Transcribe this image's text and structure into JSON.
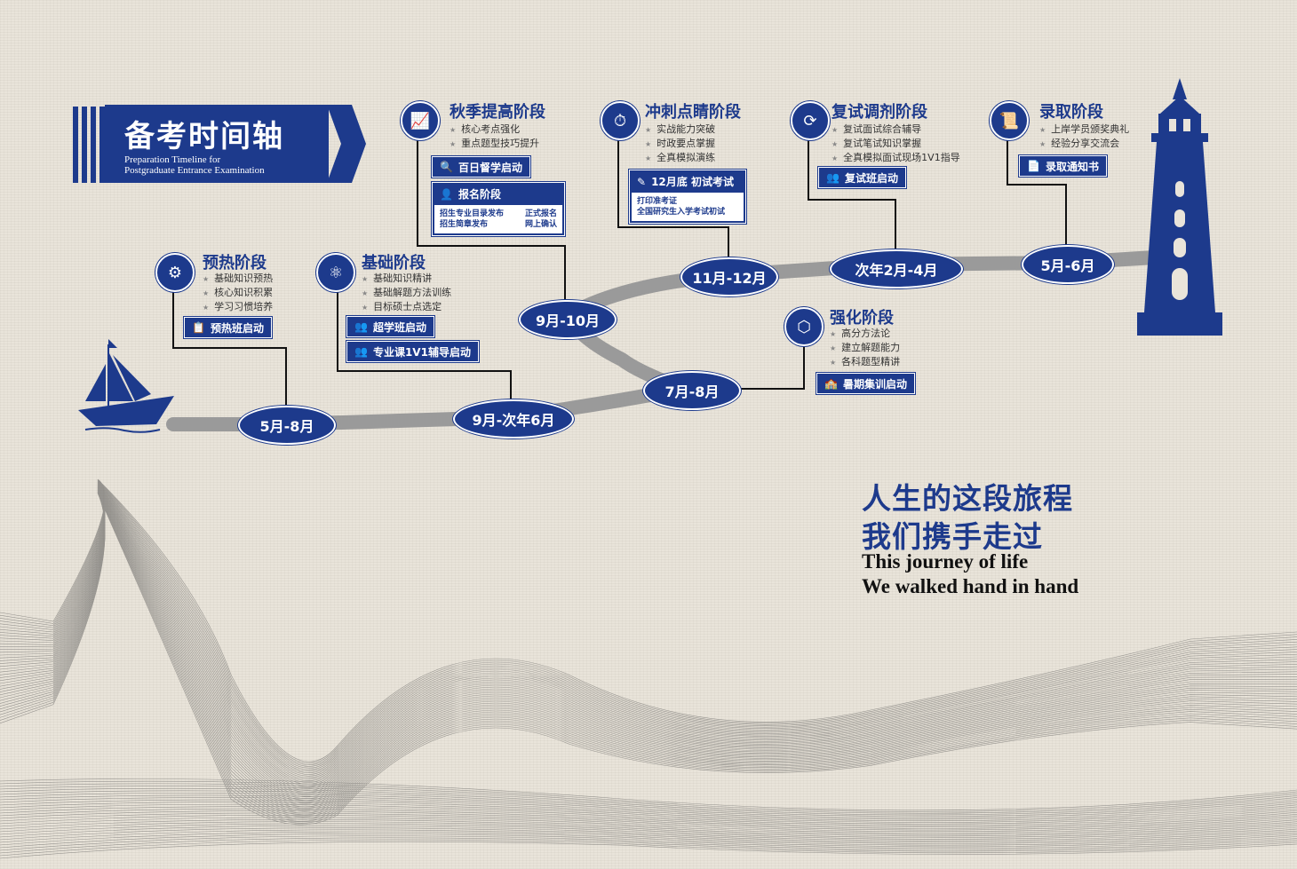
{
  "title": {
    "cn": "备考时间轴",
    "en_line1": "Preparation Timeline for",
    "en_line2": "Postgraduate Entrance Examination"
  },
  "stages": {
    "warmup": {
      "title": "预热阶段",
      "items": [
        "基础知识预热",
        "核心知识积累",
        "学习习惯培养"
      ],
      "tag": "预热班启动",
      "tag_icon": "clipboard-icon",
      "icon": "gear-icon"
    },
    "basic": {
      "title": "基础阶段",
      "items": [
        "基础知识精讲",
        "基础解题方法训练",
        "目标硕士点选定"
      ],
      "tags": [
        "超学班启动",
        "专业课1V1辅导启动"
      ],
      "icon": "molecule-icon"
    },
    "autumn": {
      "title": "秋季提高阶段",
      "items": [
        "核心考点强化",
        "重点题型技巧提升"
      ],
      "tag": "百日督学启动",
      "panel_title": "报名阶段",
      "panel_items": [
        "招生专业目录发布",
        "正式报名",
        "招生简章发布",
        "网上确认"
      ],
      "icon": "chart-up-icon"
    },
    "sprint": {
      "title": "冲刺点睛阶段",
      "items": [
        "实战能力突破",
        "时政要点掌握",
        "全真模拟演练"
      ],
      "panel_title": "12月底 初试考试",
      "panel_items": [
        "打印准考证",
        "全国研究生入学考试初试"
      ],
      "icon": "stopwatch-icon"
    },
    "retest": {
      "title": "复试调剂阶段",
      "items": [
        "复试面试综合辅导",
        "复试笔试知识掌握",
        "全真模拟面试现场1V1指导"
      ],
      "tag": "复试班启动",
      "icon": "refresh-icon"
    },
    "admission": {
      "title": "录取阶段",
      "items": [
        "上岸学员颁奖典礼",
        "经验分享交流会"
      ],
      "tag": "录取通知书",
      "icon": "diploma-icon"
    },
    "intensive": {
      "title": "强化阶段",
      "items": [
        "高分方法论",
        "建立解题能力",
        "各科题型精讲"
      ],
      "tag": "暑期集训启动",
      "icon": "hexagon-icon"
    }
  },
  "nodes": [
    "5月-8月",
    "9月-次年6月",
    "7月-8月",
    "9月-10月",
    "11月-12月",
    "次年2月-4月",
    "5月-6月"
  ],
  "slogan": {
    "cn_line1": "人生的这段旅程",
    "cn_line2": "我们携手走过",
    "en_line1": "This journey of life",
    "en_line2": "We walked hand in hand"
  },
  "colors": {
    "primary": "#1d3a8c",
    "road": "#9a9a9a",
    "background": "#e9e4da"
  }
}
